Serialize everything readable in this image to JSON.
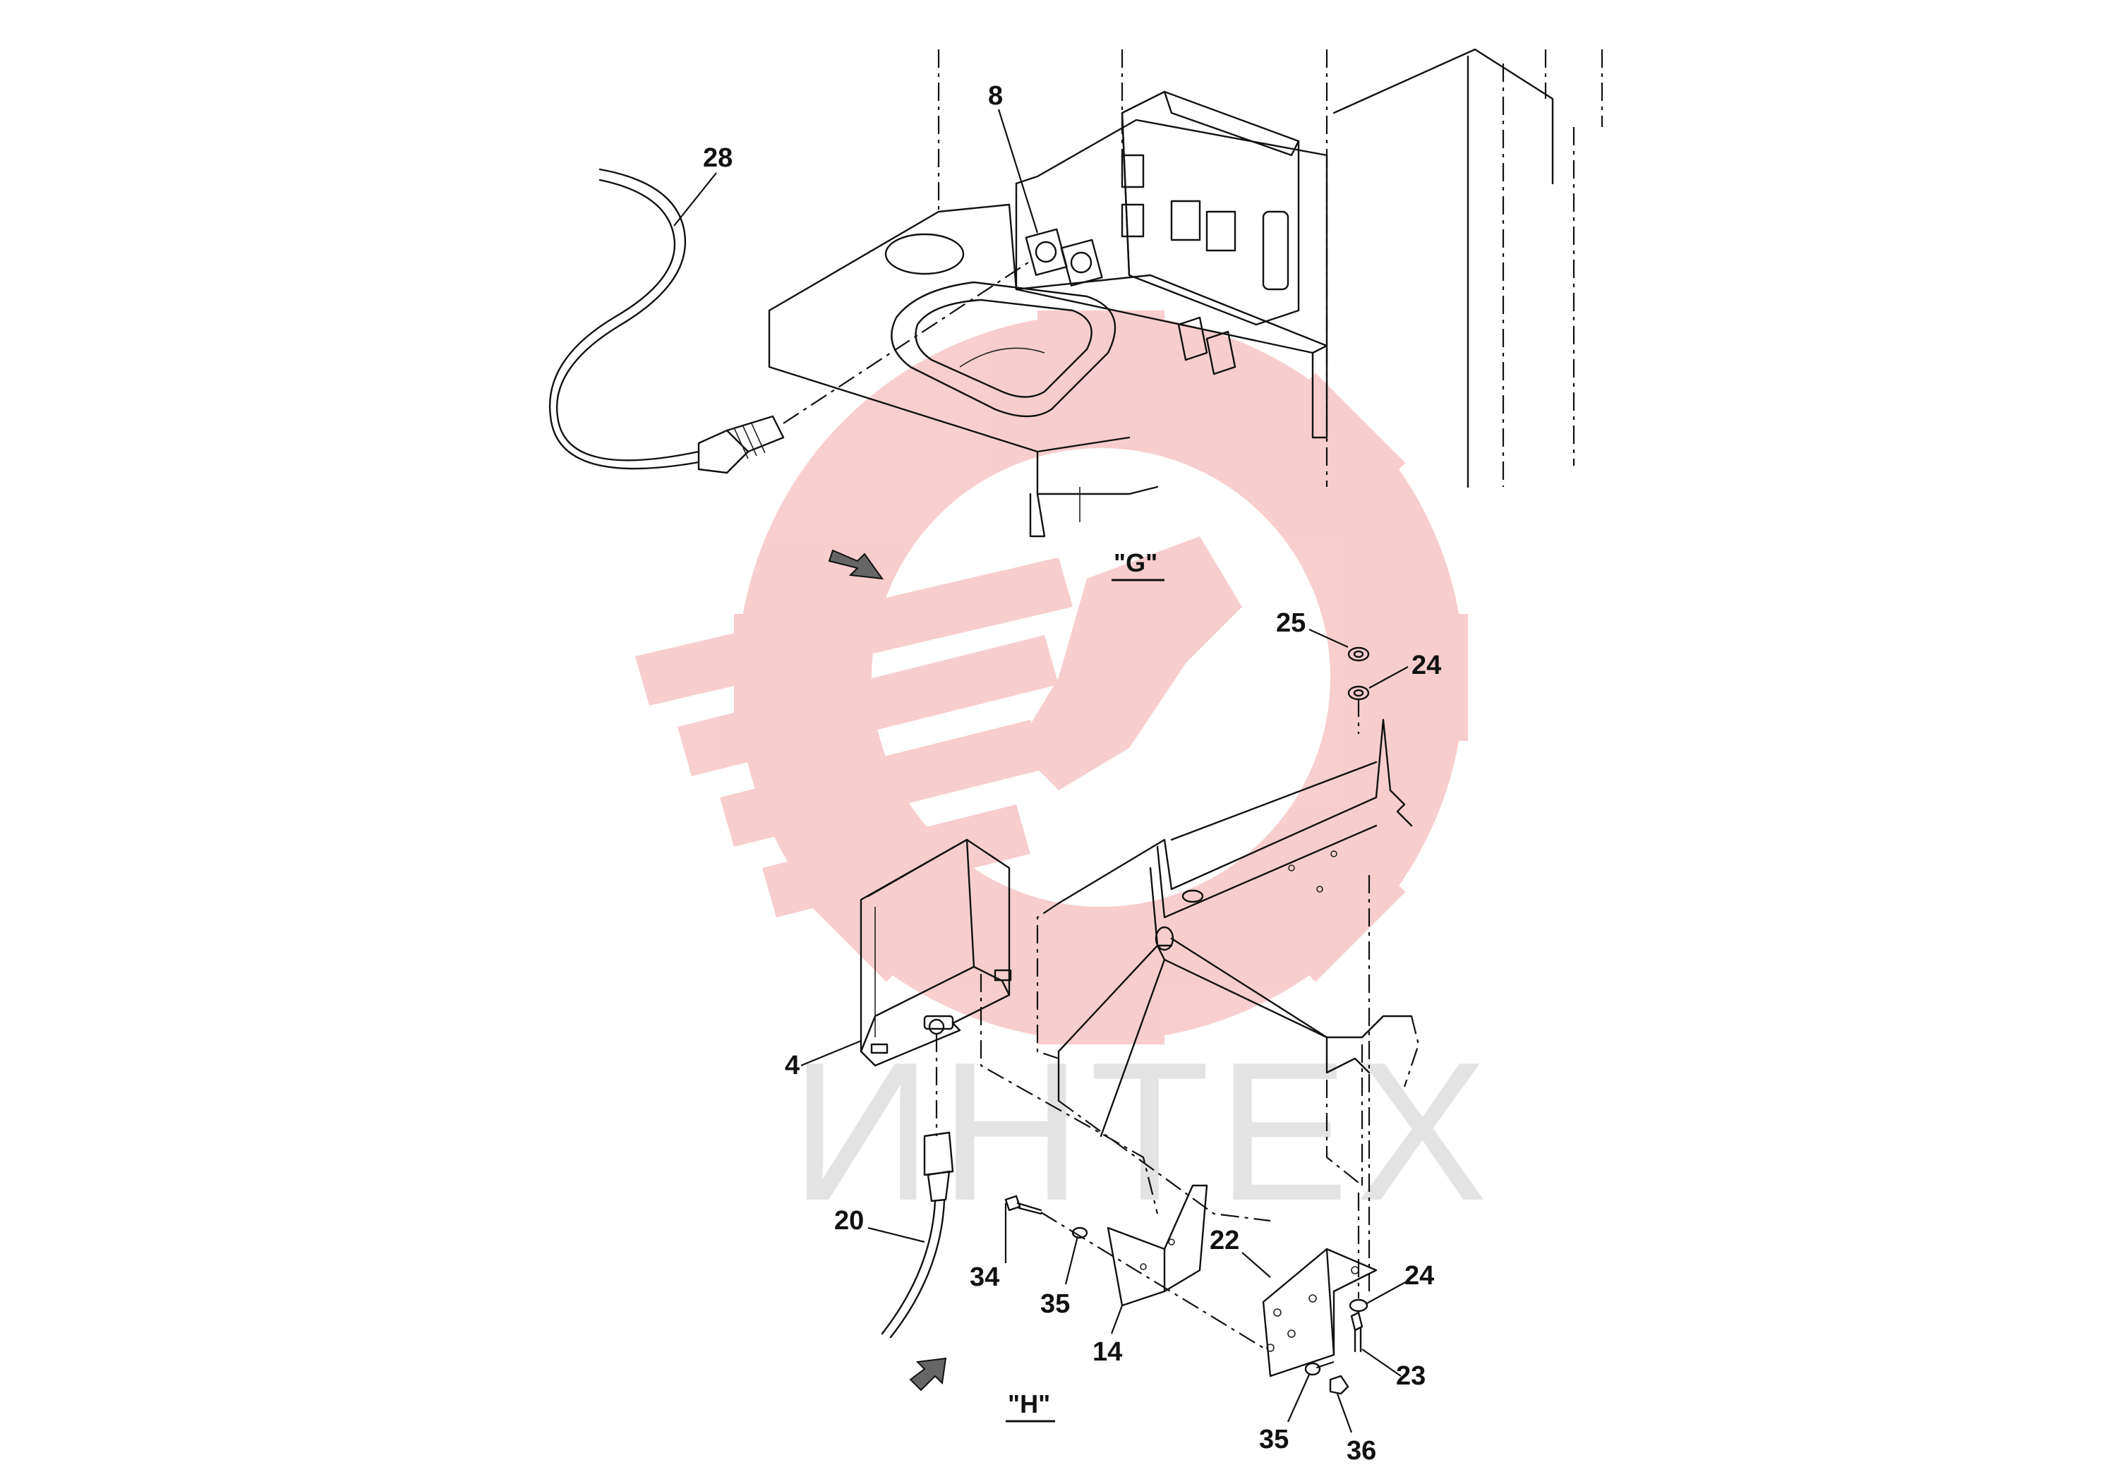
{
  "diagram": {
    "callouts": {
      "c8": "8",
      "c28": "28",
      "c25": "25",
      "c24_top": "24",
      "c4": "4",
      "c20": "20",
      "c34": "34",
      "c35_left": "35",
      "c14": "14",
      "c22": "22",
      "c24_bottom": "24",
      "c23": "23",
      "c35_bottom": "35",
      "c36": "36"
    },
    "view_labels": {
      "g": "\"G\"",
      "h": "\"H\""
    },
    "watermark": {
      "text": "ИНТЕХ",
      "logo_color": "#f4a6a6",
      "text_color": "#e3e3e3"
    }
  }
}
